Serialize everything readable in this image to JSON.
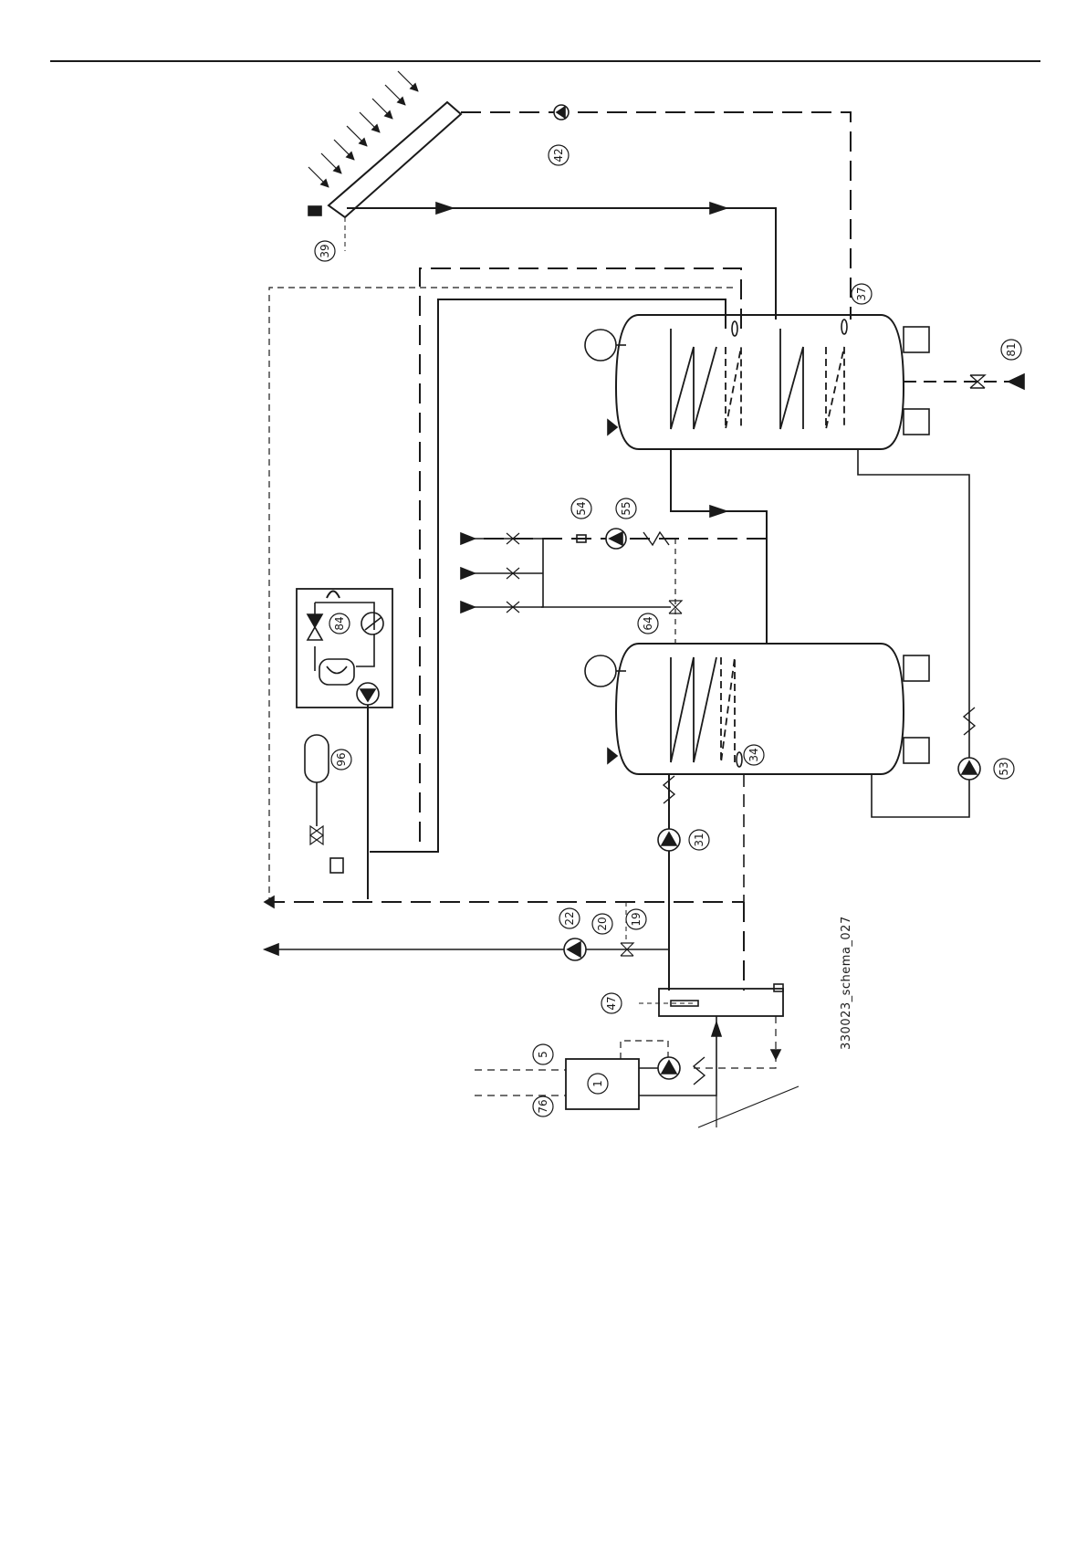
{
  "drawing": {
    "caption": "330023_schema_027",
    "line_color": "#1a1a1a",
    "labels": {
      "l1": "1",
      "l5": "5",
      "l19": "19",
      "l20": "20",
      "l22": "22",
      "l31": "31",
      "l34": "34",
      "l37": "37",
      "l39": "39",
      "l42": "42",
      "l47": "47",
      "l53": "53",
      "l54": "54",
      "l55": "55",
      "l64": "64",
      "l76": "76",
      "l81": "81",
      "l84": "84",
      "l96": "96"
    }
  }
}
